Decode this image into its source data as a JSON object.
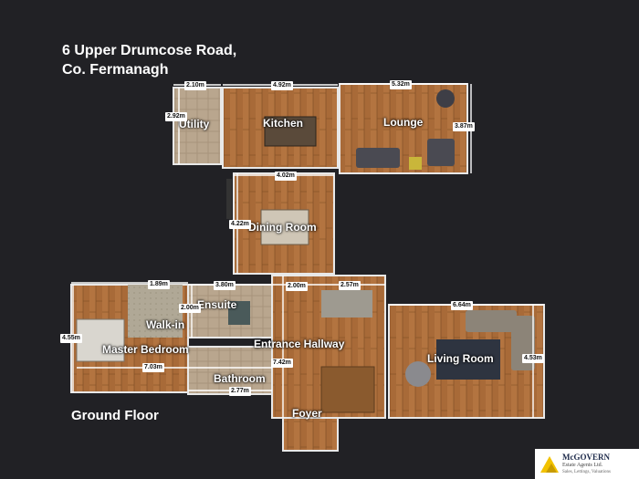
{
  "address_line1": "6 Upper Drumcose Road,",
  "address_line2": "Co. Fermanagh",
  "floor_label": "Ground Floor",
  "rooms": {
    "utility": "Utility",
    "kitchen": "Kitchen",
    "lounge": "Lounge",
    "dining_room": "Dining Room",
    "ensuite": "Ensuite",
    "walk_in": "Walk-in",
    "master_bedroom": "Master Bedroom",
    "entrance_hallway": "Entrance Hallway",
    "bathroom": "Bathroom",
    "living_room": "Living Room",
    "foyer": "Foyer"
  },
  "dimensions": {
    "utility_width": "2.10m",
    "utility_depth": "2.92m",
    "kitchen_width": "4.92m",
    "lounge_width": "5.32m",
    "lounge_depth": "3.87m",
    "dining_width": "4.02m",
    "dining_depth": "4.22m",
    "walkin_width": "1.89m",
    "ensuite_width": "3.80m",
    "ensuite_depth": "2.00m",
    "hall_width": "2.00m",
    "hall_upper": "2.57m",
    "living_width": "6.64m",
    "living_depth": "4.53m",
    "master_depth": "4.55m",
    "master_width": "7.03m",
    "hall_depth": "7.42m",
    "bathroom_width": "2.77m"
  },
  "logo": {
    "name": "McGOVERN",
    "line1": "Estate Agents Ltd.",
    "line2": "Sales, Lettings, Valuations"
  },
  "colors": {
    "background": "#212125",
    "floor_wood": "#a86a38",
    "label_bg": "#ffffff",
    "logo_yellow": "#f2c200"
  }
}
